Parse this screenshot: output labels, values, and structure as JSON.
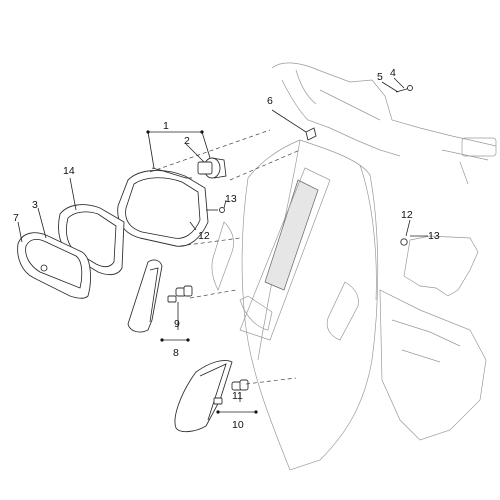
{
  "callouts": [
    {
      "id": "c1",
      "text": "1"
    },
    {
      "id": "c2",
      "text": "2"
    },
    {
      "id": "c3",
      "text": "3"
    },
    {
      "id": "c4",
      "text": "4"
    },
    {
      "id": "c5",
      "text": "5"
    },
    {
      "id": "c6",
      "text": "6"
    },
    {
      "id": "c7",
      "text": "7"
    },
    {
      "id": "c8",
      "text": "8"
    },
    {
      "id": "c9",
      "text": "9"
    },
    {
      "id": "c10",
      "text": "10"
    },
    {
      "id": "c11",
      "text": "11"
    },
    {
      "id": "c12a",
      "text": "12"
    },
    {
      "id": "c12b",
      "text": "12"
    },
    {
      "id": "c13a",
      "text": "13"
    },
    {
      "id": "c13b",
      "text": "13"
    },
    {
      "id": "c14",
      "text": "14"
    }
  ]
}
